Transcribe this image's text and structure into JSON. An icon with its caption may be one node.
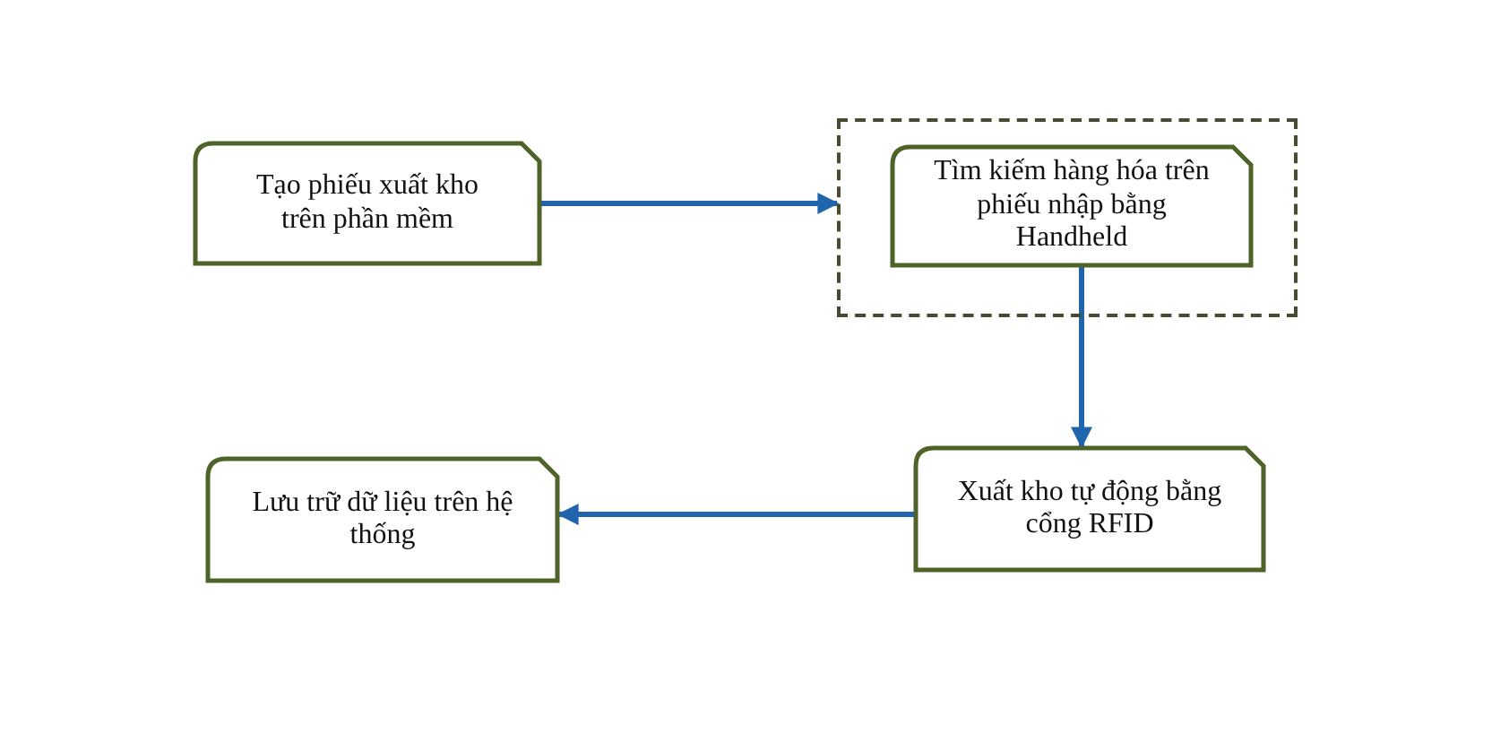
{
  "diagram": {
    "nodes": [
      {
        "text": [
          "Tạo phiếu xuất kho trên phần mềm"
        ]
      },
      {
        "text": [],
        "shape": "box"
      },
      {
        "text": [
          "Tìm kiếm hàng hóa trên phiếu nhập bằng Handheld"
        ],
        "in": 1
      },
      {
        "text": [
          "Xuất kho tự động bằng cổng RFID"
        ]
      },
      {
        "text": [
          "Lưu trữ dữ liệu trên hệ thống"
        ]
      }
    ],
    "edges": [
      {
        "from": 0,
        "to": 1,
        "arrow": "to"
      },
      {
        "from": 2,
        "to": 3,
        "arrow": "to"
      },
      {
        "from": 3,
        "to": 4,
        "arrow": "to"
      }
    ]
  }
}
